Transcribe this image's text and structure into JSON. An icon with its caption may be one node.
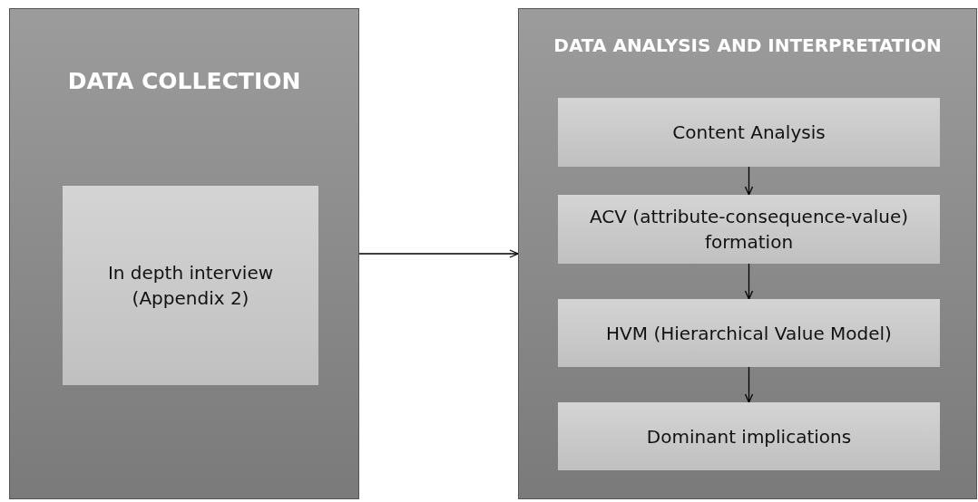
{
  "diagram": {
    "nodes": [
      {
        "text": [
          "DATA COLLECTION"
        ]
      },
      {
        "text": [
          "In depth interview (Appendix 2)"
        ],
        "in": 0
      },
      {
        "text": [
          "DATA ANALYSIS AND INTERPRETATION"
        ]
      },
      {
        "text": [
          "Content Analysis"
        ],
        "in": 2
      },
      {
        "text": [
          "ACV (attribute-consequence-value) formation"
        ],
        "in": 2
      },
      {
        "text": [
          "HVM (Hierarchical Value Model)"
        ],
        "in": 2
      },
      {
        "text": [
          "Dominant implications"
        ],
        "in": 2
      }
    ],
    "edges": [
      {
        "from": 0,
        "to": 2,
        "arrow": "to"
      },
      {
        "from": 3,
        "to": 4,
        "arrow": "to"
      },
      {
        "from": 4,
        "to": 5,
        "arrow": "to"
      },
      {
        "from": 5,
        "to": 6,
        "arrow": "to"
      }
    ]
  }
}
